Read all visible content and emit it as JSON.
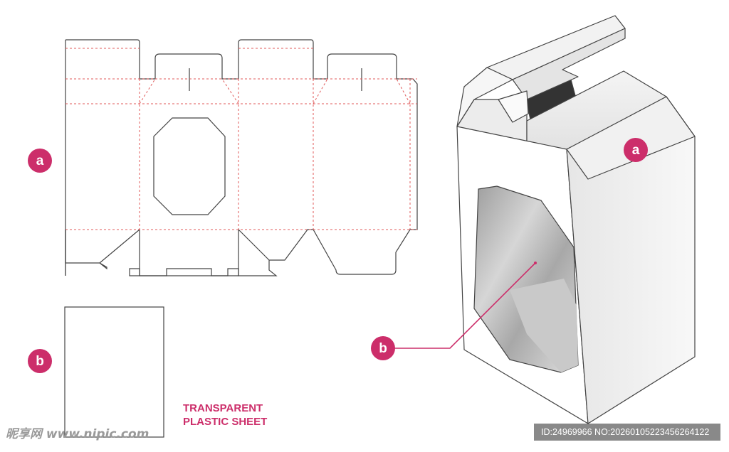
{
  "labels": {
    "a": "a",
    "b": "b"
  },
  "caption": {
    "line1": "TRANSPARENT",
    "line2": "PLASTIC SHEET"
  },
  "watermark": {
    "site": "昵享网 www.nipic.com",
    "id_text": "ID:24969966 NO:20260105223456264122"
  },
  "colors": {
    "accent": "#cc2e6a",
    "cut_line": "#444444",
    "fold_line": "#e05a5a",
    "box_white": "#ffffff",
    "window_gray": "#b8b8b8"
  }
}
